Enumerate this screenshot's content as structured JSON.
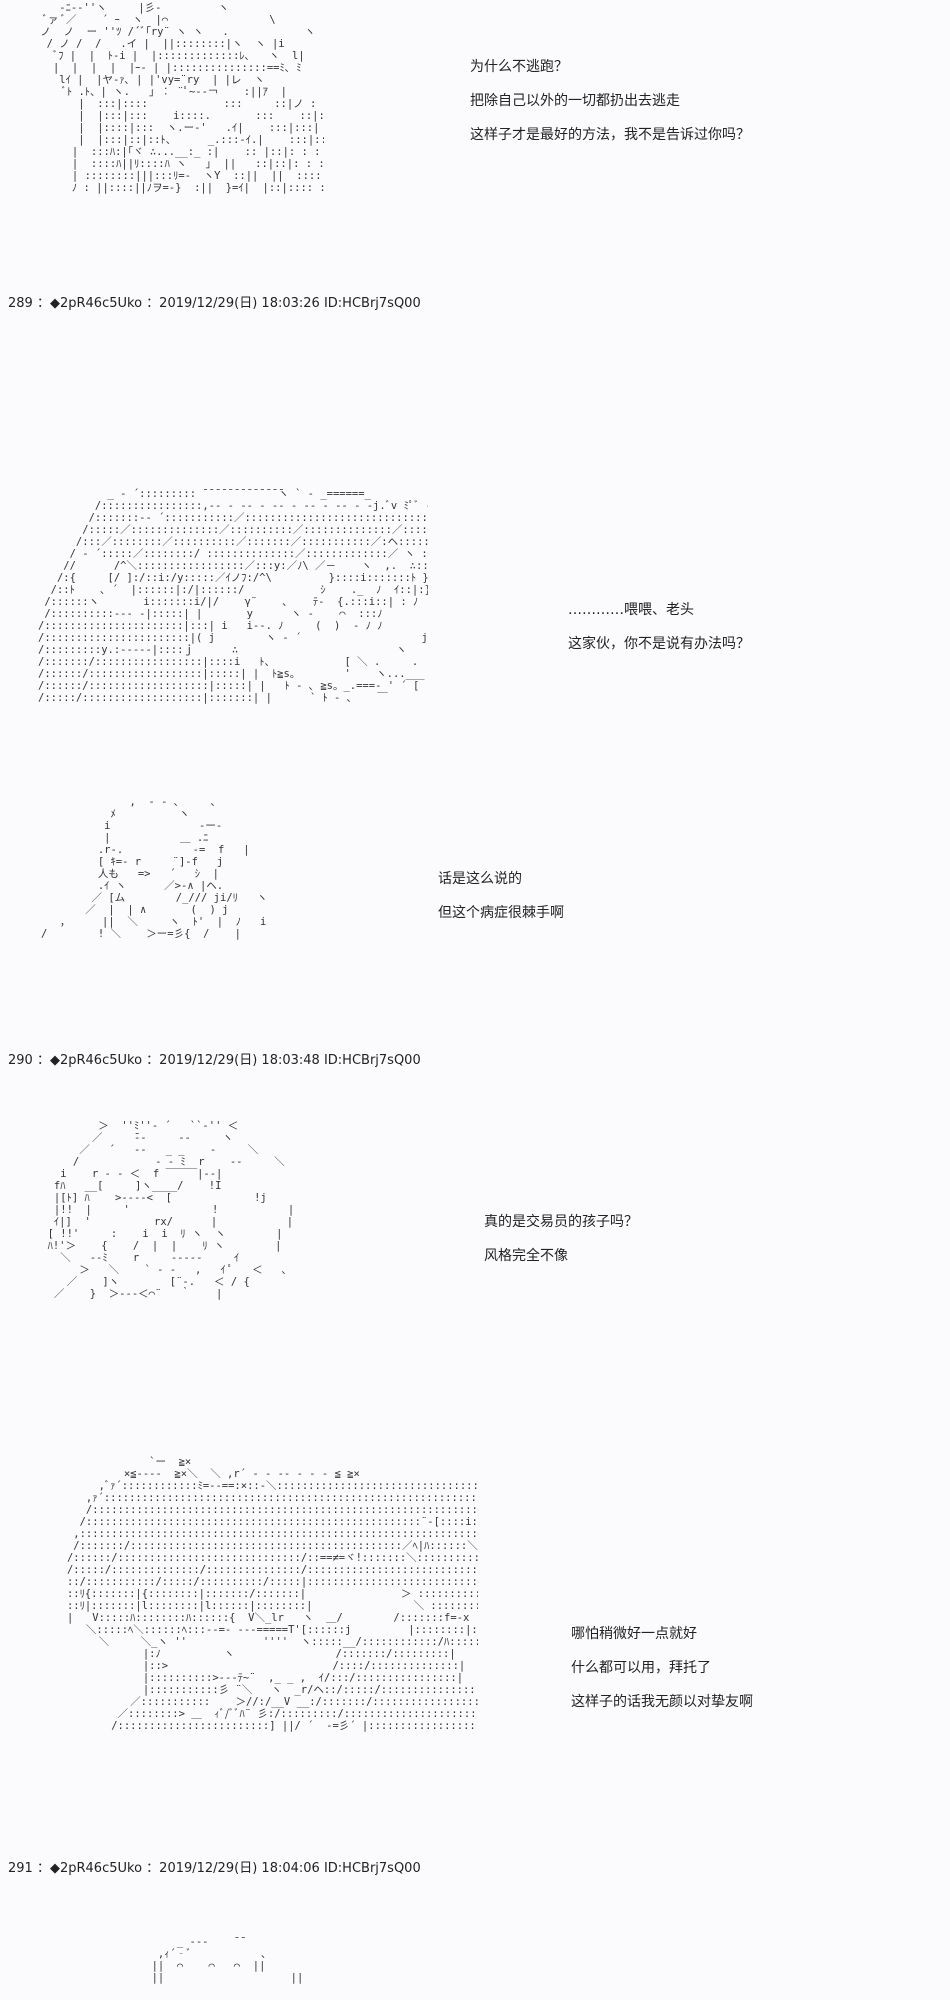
{
  "posts": [
    {
      "number": "289",
      "tripcode": "◆2pR46c5Uko",
      "date": "2019/12/29",
      "weekday": "日",
      "time": "18:03:26",
      "id": "ID:HCBrj7sQ00"
    },
    {
      "number": "290",
      "tripcode": "◆2pR46c5Uko",
      "date": "2019/12/29",
      "weekday": "日",
      "time": "18:03:48",
      "id": "ID:HCBrj7sQ00"
    },
    {
      "number": "291",
      "tripcode": "◆2pR46c5Uko",
      "date": "2019/12/29",
      "weekday": "日",
      "time": "18:04:06",
      "id": "ID:HCBrj7sQ00"
    }
  ],
  "dialogs": [
    {
      "lines": [
        "为什么不逃跑？",
        "把除自己以外的一切都扔出去逃走",
        "这样子才是最好的方法，我不是告诉过你吗？"
      ]
    },
    {
      "lines": [
        "…………喂喂、老头",
        "这家伙，你不是说有办法吗？"
      ]
    },
    {
      "lines": [
        "话是这么说的",
        "但这个病症很棘手啊"
      ]
    },
    {
      "lines": [
        "真的是交易员的孩子吗？",
        "风格完全不像"
      ]
    },
    {
      "lines": [
        "哪怕稍微好一点就好",
        "什么都可以用，拜托了",
        "这样子的话我无颜以对挚友啊"
      ]
    }
  ]
}
